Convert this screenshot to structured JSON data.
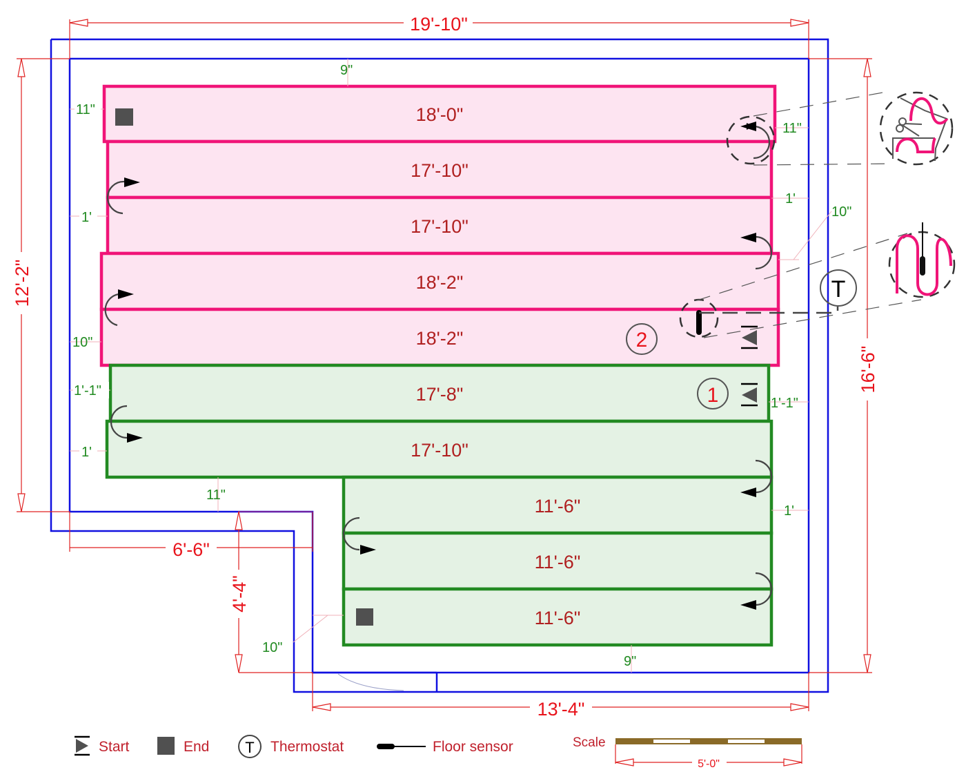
{
  "overall_dimensions": {
    "top_width": "19'-10\"",
    "left_height": "12'-2\"",
    "right_height": "16'-6\"",
    "bottom_width": "13'-4\"",
    "notch_width": "6'-6\"",
    "notch_height": "4'-4\""
  },
  "clearances": {
    "top": "9\"",
    "top_left": "11\"",
    "left_1": "1'",
    "left_2": "10\"",
    "left_3": "1'-1\"",
    "left_4": "1'",
    "notch_top": "11\"",
    "notch_left": "10\"",
    "bottom": "9\"",
    "right_1": "11\"",
    "right_2": "1'",
    "right_3": "10\"",
    "right_4": "1'-1\"",
    "right_5": "1'"
  },
  "zones": [
    {
      "id": "2",
      "label": "2",
      "color": "#f01478",
      "runs": [
        "18'-0\"",
        "17'-10\"",
        "17'-10\"",
        "18'-2\"",
        "18'-2\""
      ]
    },
    {
      "id": "1",
      "label": "1",
      "color": "#228a22",
      "runs": [
        "17'-8\"",
        "17'-10\"",
        "11'-6\"",
        "11'-6\"",
        "11'-6\""
      ]
    }
  ],
  "thermostat_symbol": "T",
  "legend": {
    "start": "Start",
    "end": "End",
    "thermostat": "Thermostat",
    "thermostat_symbol": "T",
    "floor_sensor": "Floor sensor"
  },
  "scale": {
    "label": "Scale",
    "length": "5'-0\""
  }
}
